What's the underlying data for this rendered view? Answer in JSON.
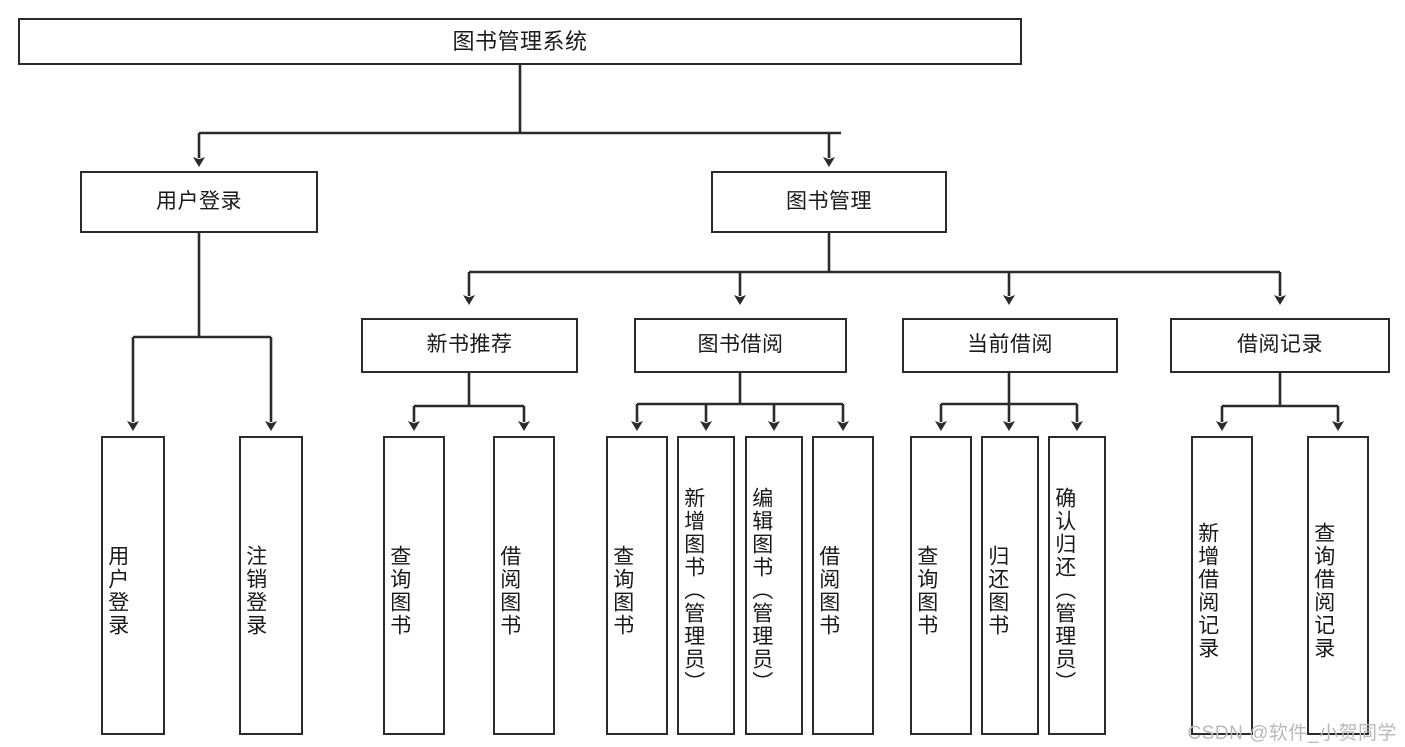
{
  "diagram": {
    "title": "图书管理系统",
    "type": "tree",
    "watermark": "CSDN @软件_小贺同学",
    "colors": {
      "stroke": "#2b2b2b",
      "fill": "#ffffff",
      "text": "#1a1a1a",
      "watermark": "#b9b9b9"
    },
    "nodes": {
      "root": {
        "label": "图书管理系统"
      },
      "level2": [
        {
          "id": "user-login",
          "label": "用户登录"
        },
        {
          "id": "book-management",
          "label": "图书管理"
        }
      ],
      "level3": [
        {
          "id": "new-book-recommend",
          "label": "新书推荐"
        },
        {
          "id": "book-borrow",
          "label": "图书借阅"
        },
        {
          "id": "current-borrow",
          "label": "当前借阅"
        },
        {
          "id": "borrow-record",
          "label": "借阅记录"
        }
      ],
      "leaves": {
        "user_login": [
          {
            "id": "user-login-leaf",
            "label": "用户登录"
          },
          {
            "id": "user-logout-leaf",
            "label": "注销登录"
          }
        ],
        "new_book_recommend": [
          {
            "id": "query-book-1",
            "label": "查询图书"
          },
          {
            "id": "borrow-book-1",
            "label": "借阅图书"
          }
        ],
        "book_borrow": [
          {
            "id": "query-book-2",
            "label": "查询图书"
          },
          {
            "id": "add-book-admin",
            "label": "新增图书（管理员）"
          },
          {
            "id": "edit-book-admin",
            "label": "编辑图书（管理员）"
          },
          {
            "id": "borrow-book-2",
            "label": "借阅图书"
          }
        ],
        "current_borrow": [
          {
            "id": "query-book-3",
            "label": "查询图书"
          },
          {
            "id": "return-book",
            "label": "归还图书"
          },
          {
            "id": "confirm-return-admin",
            "label": "确认归还（管理员）"
          }
        ],
        "borrow_record": [
          {
            "id": "add-borrow-record",
            "label": "新增借阅记录"
          },
          {
            "id": "query-borrow-record",
            "label": "查询借阅记录"
          }
        ]
      }
    }
  }
}
